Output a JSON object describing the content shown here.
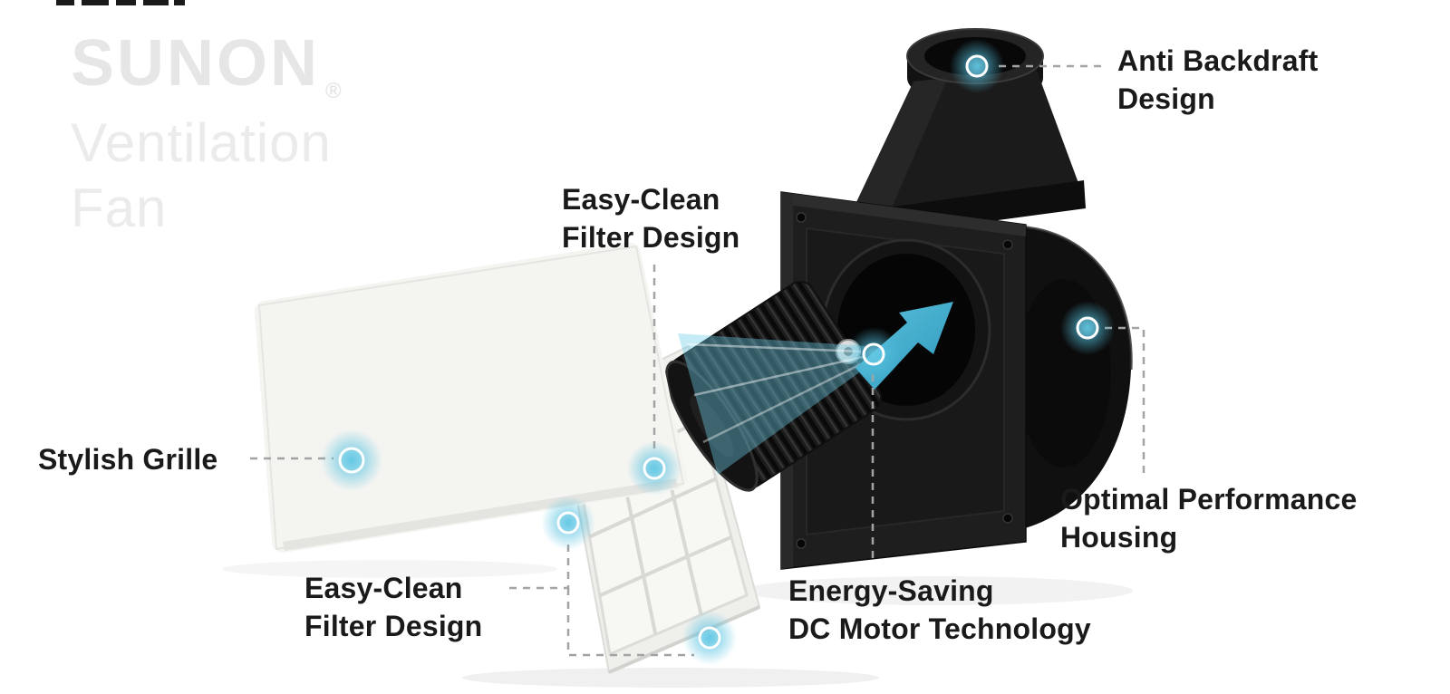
{
  "brand": {
    "name": "SUNON",
    "registered": "®",
    "product": "Ventilation\nFan"
  },
  "callouts": [
    {
      "id": "anti-backdraft-design",
      "label": "Anti Backdraft\nDesign"
    },
    {
      "id": "easy-clean-filter-top",
      "label": "Easy-Clean\nFilter Design"
    },
    {
      "id": "stylish-grille",
      "label": "Stylish Grille"
    },
    {
      "id": "easy-clean-filter-bottom",
      "label": "Easy-Clean\nFilter Design"
    },
    {
      "id": "energy-saving-dc-motor",
      "label": "Energy-Saving\nDC Motor Technology"
    },
    {
      "id": "optimal-performance-housing",
      "label": "Optimal Performance\nHousing"
    }
  ],
  "colors": {
    "accent_cyan": "#45b3d6",
    "label_text": "#1a1a1a",
    "watermark_gray": "#e6e6e6",
    "leader_line": "#a3a3a3",
    "product_black": "#1b1b1b",
    "panel_white": "#f4f4f1"
  }
}
